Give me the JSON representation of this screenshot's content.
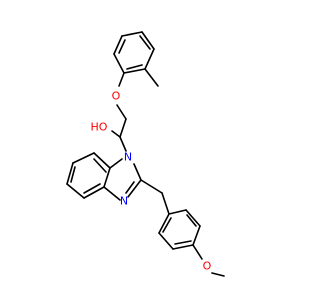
{
  "colors": {
    "bond": "#000000",
    "oxygen": "#ff0000",
    "nitrogen": "#0000ff",
    "background": "#ffffff"
  },
  "labels": {
    "ether_o_top": "O",
    "hydroxyl": "HO",
    "n1": "N",
    "n3": "N",
    "ether_o_bottom": "O"
  }
}
